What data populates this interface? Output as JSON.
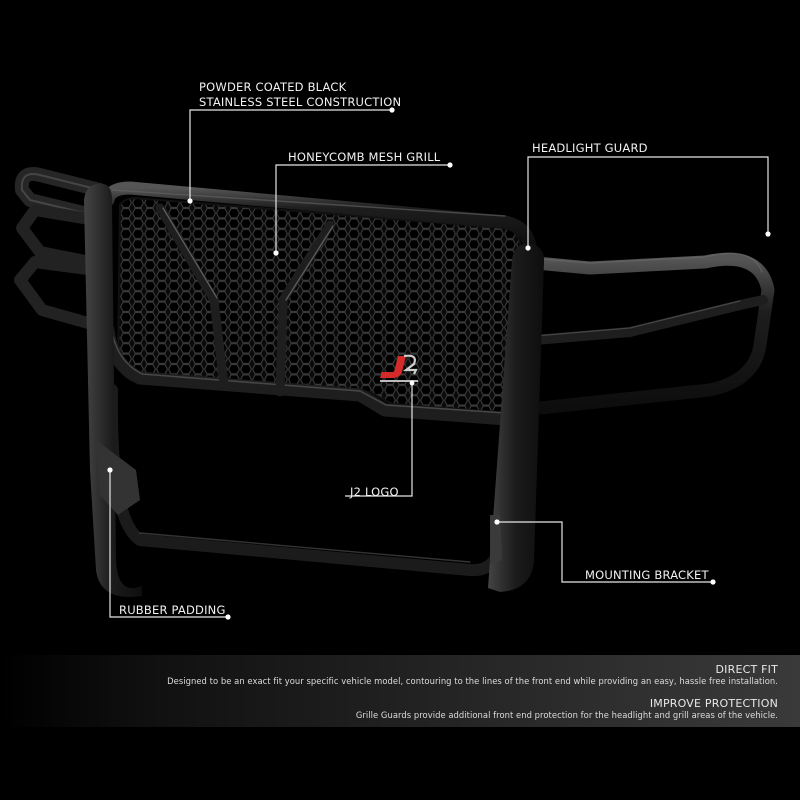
{
  "product": {
    "callouts": [
      {
        "id": "construction",
        "lines": [
          "POWDER COATED BLACK",
          "STAINLESS STEEL CONSTRUCTION"
        ]
      },
      {
        "id": "mesh",
        "lines": [
          "HONEYCOMB MESH GRILL"
        ]
      },
      {
        "id": "headlight",
        "lines": [
          "HEADLIGHT GUARD"
        ]
      },
      {
        "id": "logo",
        "lines": [
          "J2 LOGO"
        ]
      },
      {
        "id": "bracket",
        "lines": [
          "MOUNTING BRACKET"
        ]
      },
      {
        "id": "padding",
        "lines": [
          "RUBBER PADDING"
        ]
      }
    ],
    "logo_badge": {
      "text": "J2",
      "accent_color": "#d42a2a"
    }
  },
  "features": [
    {
      "title": "DIRECT FIT",
      "description": "Designed to be an exact fit your specific vehicle model, contouring to the lines of the front end while providing an easy, hassle free installation."
    },
    {
      "title": "IMPROVE PROTECTION",
      "description": "Grille Guards provide additional front end protection for the headlight and grill areas of the vehicle."
    }
  ],
  "colors": {
    "background": "#000000",
    "label_text": "#f2f2f2",
    "leader_line": "#e6e6e6",
    "tube": "#1c1c1c",
    "tube_highlight": "#6a6a6a",
    "logo_red": "#d42a2a"
  }
}
